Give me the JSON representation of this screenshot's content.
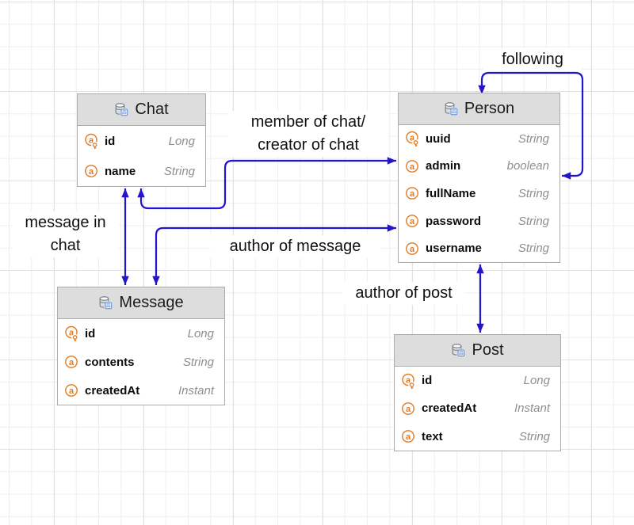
{
  "diagram": {
    "icons": {
      "attribute_glyph": "a",
      "entity_icon_name": "database-table-icon",
      "key_icon_name": "attribute-primary-key-icon",
      "attribute_icon_name": "attribute-icon"
    },
    "colors": {
      "edge_blue": "#2315CC",
      "attribute_orange": "#E07A24",
      "entity_header_bg": "#DDDDDD",
      "entity_border": "#ABABAB",
      "table_badge_blue": "#4A7CD6",
      "type_text_gray": "#8E8E8E",
      "grid_minor": "#EFEFEF",
      "grid_major": "#E2E2E2"
    },
    "entities": [
      {
        "name": "Chat",
        "fields": [
          {
            "name": "id",
            "type": "Long",
            "key": true
          },
          {
            "name": "name",
            "type": "String",
            "key": false
          }
        ]
      },
      {
        "name": "Person",
        "fields": [
          {
            "name": "uuid",
            "type": "String",
            "key": true
          },
          {
            "name": "admin",
            "type": "boolean",
            "key": false
          },
          {
            "name": "fullName",
            "type": "String",
            "key": false
          },
          {
            "name": "password",
            "type": "String",
            "key": false
          },
          {
            "name": "username",
            "type": "String",
            "key": false
          }
        ]
      },
      {
        "name": "Message",
        "fields": [
          {
            "name": "id",
            "type": "Long",
            "key": true
          },
          {
            "name": "contents",
            "type": "String",
            "key": false
          },
          {
            "name": "createdAt",
            "type": "Instant",
            "key": false
          }
        ]
      },
      {
        "name": "Post",
        "fields": [
          {
            "name": "id",
            "type": "Long",
            "key": true
          },
          {
            "name": "createdAt",
            "type": "Instant",
            "key": false
          },
          {
            "name": "text",
            "type": "String",
            "key": false
          }
        ]
      }
    ],
    "relationships": [
      {
        "from": "Person",
        "to": "Person",
        "lines": [
          "following"
        ]
      },
      {
        "from": "Chat",
        "to": "Person",
        "lines": [
          "member of chat/",
          "creator of chat"
        ]
      },
      {
        "from": "Chat",
        "to": "Message",
        "lines": [
          "message in",
          "chat"
        ]
      },
      {
        "from": "Message",
        "to": "Person",
        "lines": [
          "author of message"
        ]
      },
      {
        "from": "Person",
        "to": "Post",
        "lines": [
          "author of post"
        ]
      }
    ]
  }
}
